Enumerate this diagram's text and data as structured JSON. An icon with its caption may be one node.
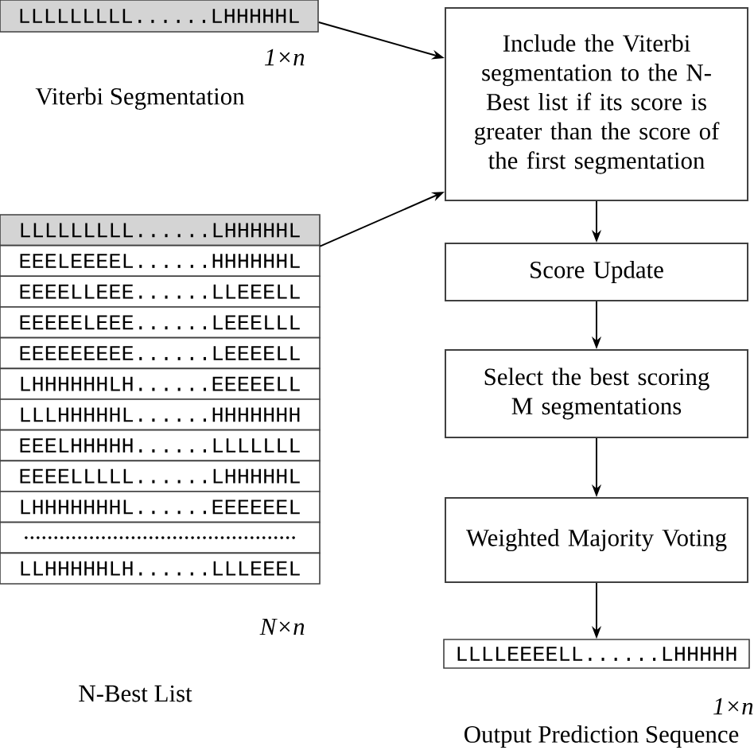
{
  "diagram": {
    "nodes": [
      {
        "text": [
          "LLLLLLLLL......LHHHHHL"
        ],
        "beside": [
          "1×n",
          "Viterbi Segmentation"
        ]
      },
      {
        "text": [
          "LLLLLLLLL......LHHHHHL",
          "EEELEEEEL......HHHHHHL",
          "EEEELLEEE......LLEEELL",
          "EEEEELEEE......LEEELLL",
          "EEEEEEEEE......LEEEELL",
          "LHHHHHHLH......EEEEELL",
          "LLLHHHHHL......HHHHHHH",
          "EEELHHHHH......LLLLLLL",
          "EEEELLLLL......LHHHHHL",
          "LHHHHHHHL......EEEEEEL",
          "..............................................",
          "LLHHHHHLH......LLLEEEL"
        ],
        "beside": [
          "N×n",
          "N-Best List"
        ]
      },
      {
        "text": [
          "Include the Viterbi segmentation to the N-Best list if its score is greater than the score of the first segmentation"
        ]
      },
      {
        "text": [
          "Score Update"
        ]
      },
      {
        "text": [
          "Select the best scoring M segmentations"
        ]
      },
      {
        "text": [
          "Weighted Majority Voting"
        ]
      },
      {
        "text": [
          "LLLLEEEELL......LHHHHH"
        ],
        "beside": [
          "1×n",
          "Output Prediction Sequence"
        ]
      }
    ],
    "edges": [
      {
        "from": 0,
        "to": 2,
        "arrow": "to"
      },
      {
        "from": 1,
        "to": 2,
        "arrow": "to"
      },
      {
        "from": 2,
        "to": 3,
        "arrow": "to"
      },
      {
        "from": 3,
        "to": 4,
        "arrow": "to"
      },
      {
        "from": 4,
        "to": 5,
        "arrow": "to"
      },
      {
        "from": 5,
        "to": 6,
        "arrow": "to"
      }
    ]
  }
}
